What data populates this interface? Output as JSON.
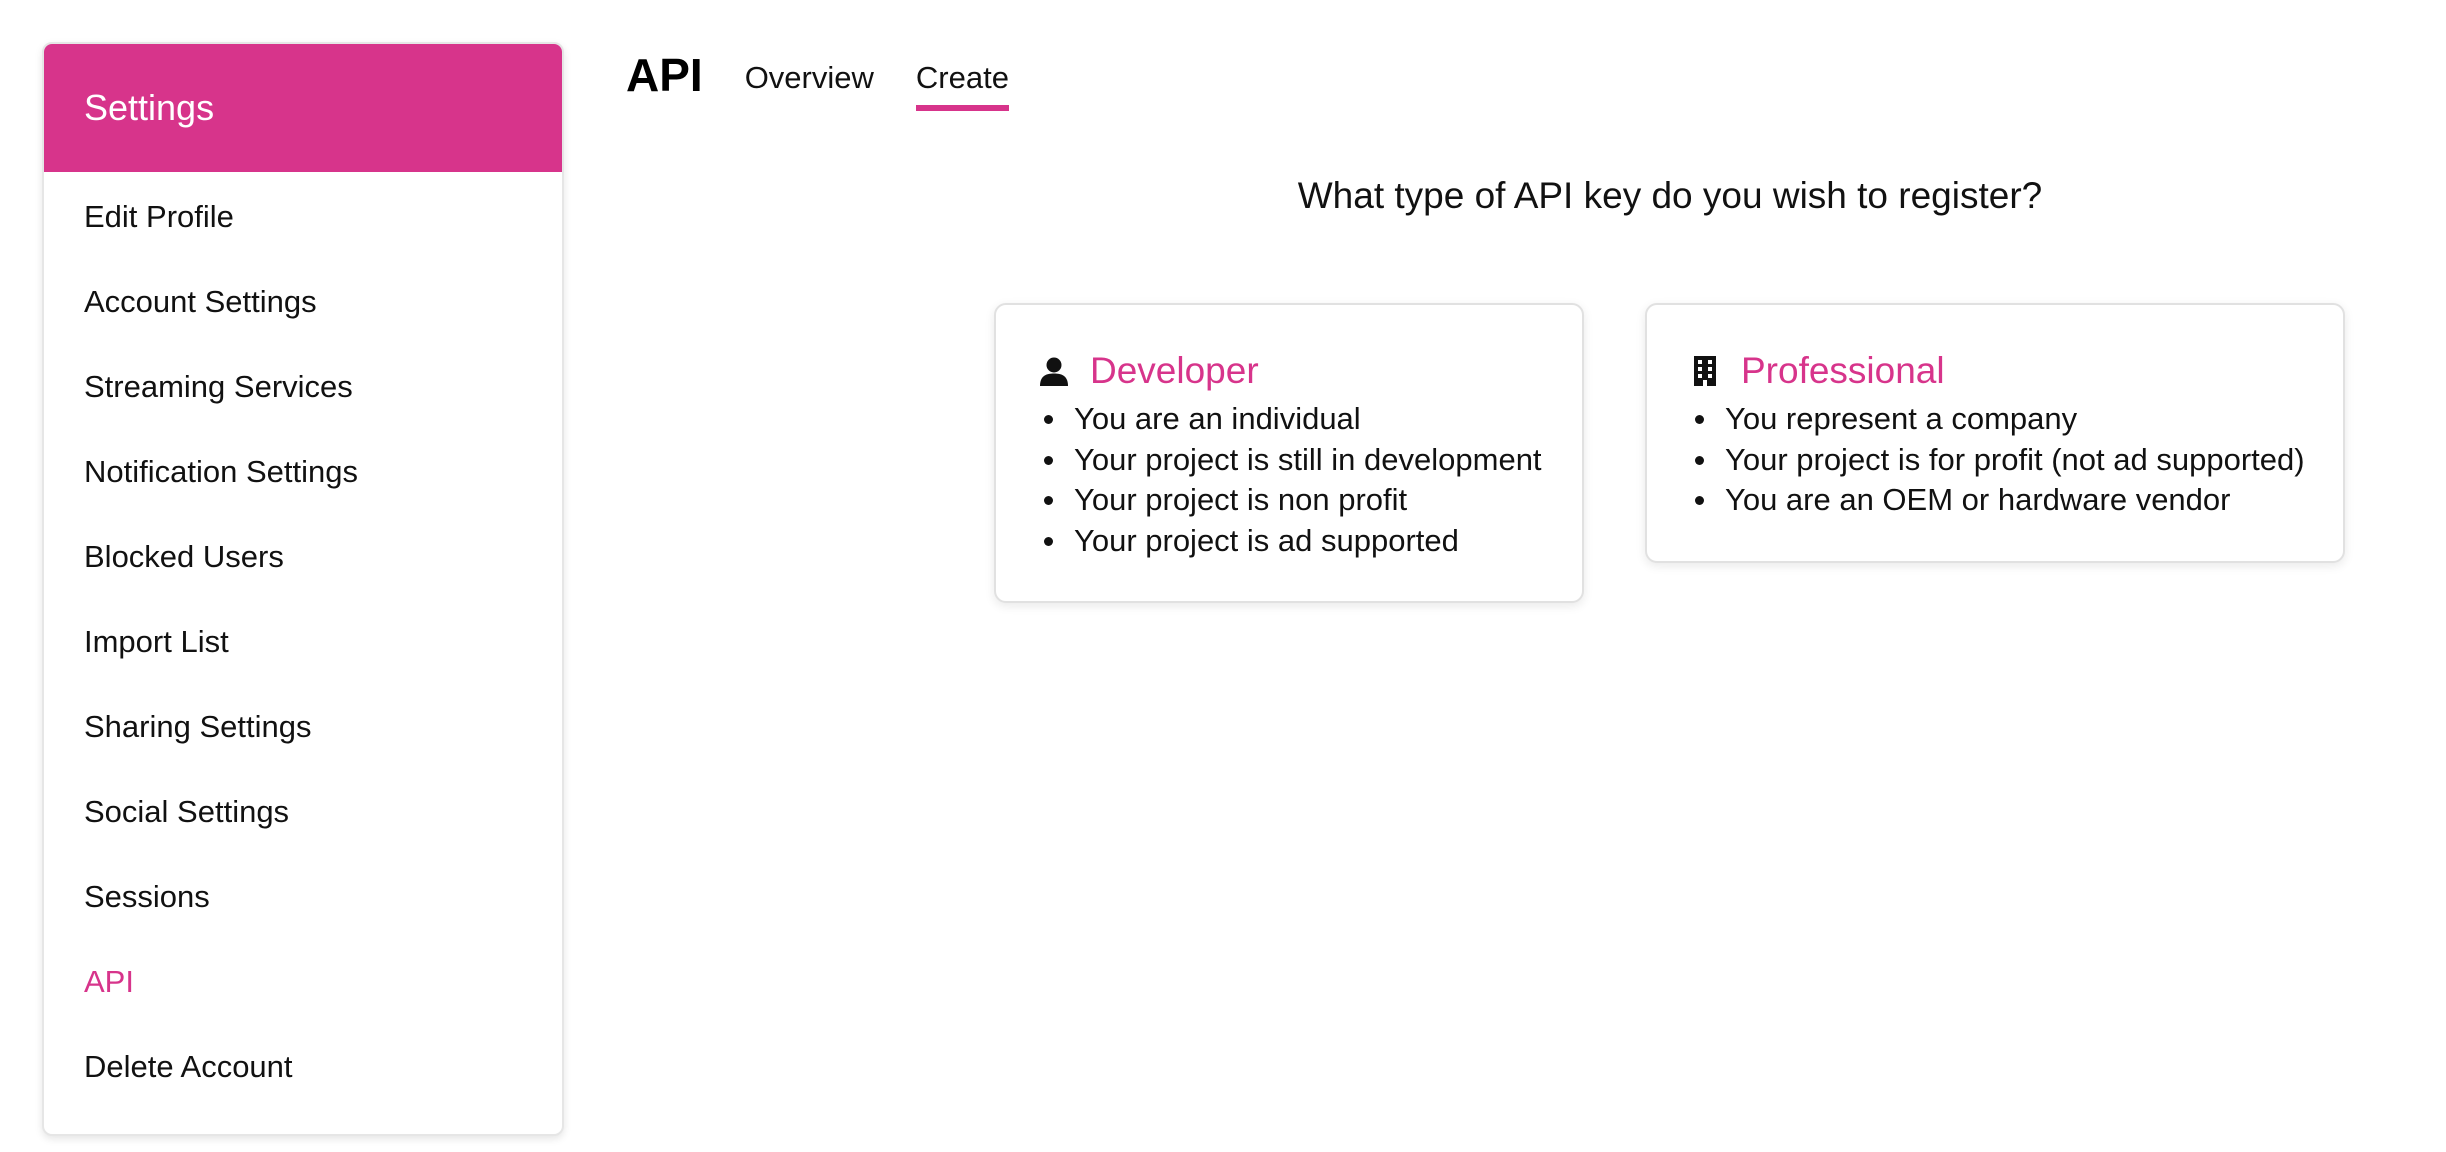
{
  "sidebar": {
    "title": "Settings",
    "items": [
      {
        "label": "Edit Profile",
        "active": false
      },
      {
        "label": "Account Settings",
        "active": false
      },
      {
        "label": "Streaming Services",
        "active": false
      },
      {
        "label": "Notification Settings",
        "active": false
      },
      {
        "label": "Blocked Users",
        "active": false
      },
      {
        "label": "Import List",
        "active": false
      },
      {
        "label": "Sharing Settings",
        "active": false
      },
      {
        "label": "Social Settings",
        "active": false
      },
      {
        "label": "Sessions",
        "active": false
      },
      {
        "label": "API",
        "active": true
      },
      {
        "label": "Delete Account",
        "active": false
      }
    ]
  },
  "header": {
    "title": "API",
    "tabs": [
      {
        "label": "Overview",
        "active": false
      },
      {
        "label": "Create",
        "active": true
      }
    ]
  },
  "main": {
    "question": "What type of API key do you wish to register?",
    "cards": [
      {
        "icon": "user-icon",
        "title": "Developer",
        "bullets": [
          "You are an individual",
          "Your project is still in development",
          "Your project is non profit",
          "Your project is ad supported"
        ]
      },
      {
        "icon": "building-icon",
        "title": "Professional",
        "bullets": [
          "You represent a company",
          "Your project is for profit (not ad supported)",
          "You are an OEM or hardware vendor"
        ]
      }
    ]
  },
  "colors": {
    "accent": "#d7348b",
    "text": "#111111",
    "card_border": "#e1e1e1"
  }
}
